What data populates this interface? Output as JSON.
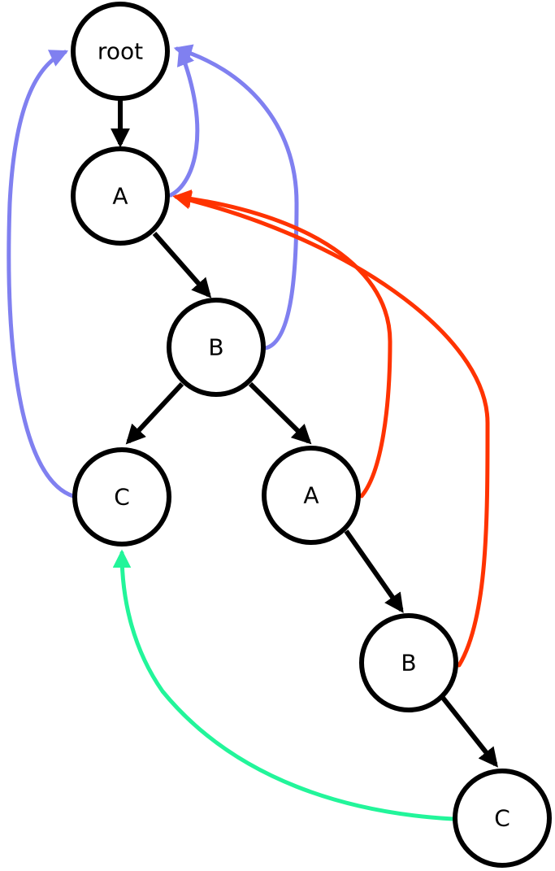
{
  "nodes": {
    "root": {
      "label": "root"
    },
    "a1": {
      "label": "A"
    },
    "b1": {
      "label": "B"
    },
    "c1": {
      "label": "C"
    },
    "a2": {
      "label": "A"
    },
    "b2": {
      "label": "B"
    },
    "c2": {
      "label": "C"
    }
  },
  "colors": {
    "tree_edge": "#000000",
    "link_blue": "#8080f0",
    "link_red": "#ff3300",
    "link_green": "#22f59a"
  }
}
